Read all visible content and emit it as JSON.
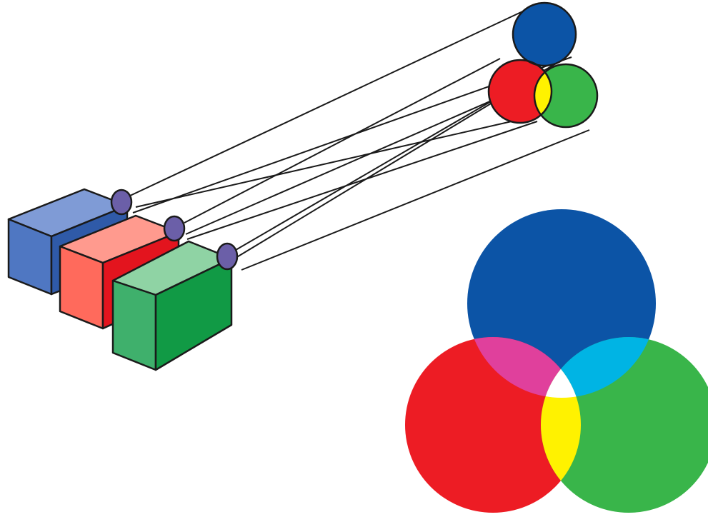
{
  "diagram": {
    "kind": "additive-rgb-color-mixing",
    "colors": {
      "red": "#ed1c24",
      "green": "#39b54a",
      "blue": "#0c54a6",
      "magenta": "#e0409c",
      "cyan": "#00b4e4",
      "yellow": "#fff200",
      "white": "#ffffff",
      "outline": "#1a1a1a",
      "lens": "#6b5fa8"
    },
    "projectors": [
      {
        "name": "blue-projector",
        "body_front": "#4f77c2",
        "body_top": "#7f9bd6",
        "body_side": "#2f5aa8"
      },
      {
        "name": "red-projector",
        "body_front": "#ff6a5c",
        "body_top": "#ff9a8e",
        "body_side": "#e3141e"
      },
      {
        "name": "green-projector",
        "body_front": "#3fb06c",
        "body_top": "#8fd3a4",
        "body_side": "#119a45"
      }
    ],
    "overlaps": [
      "magenta",
      "cyan",
      "yellow",
      "white"
    ]
  }
}
